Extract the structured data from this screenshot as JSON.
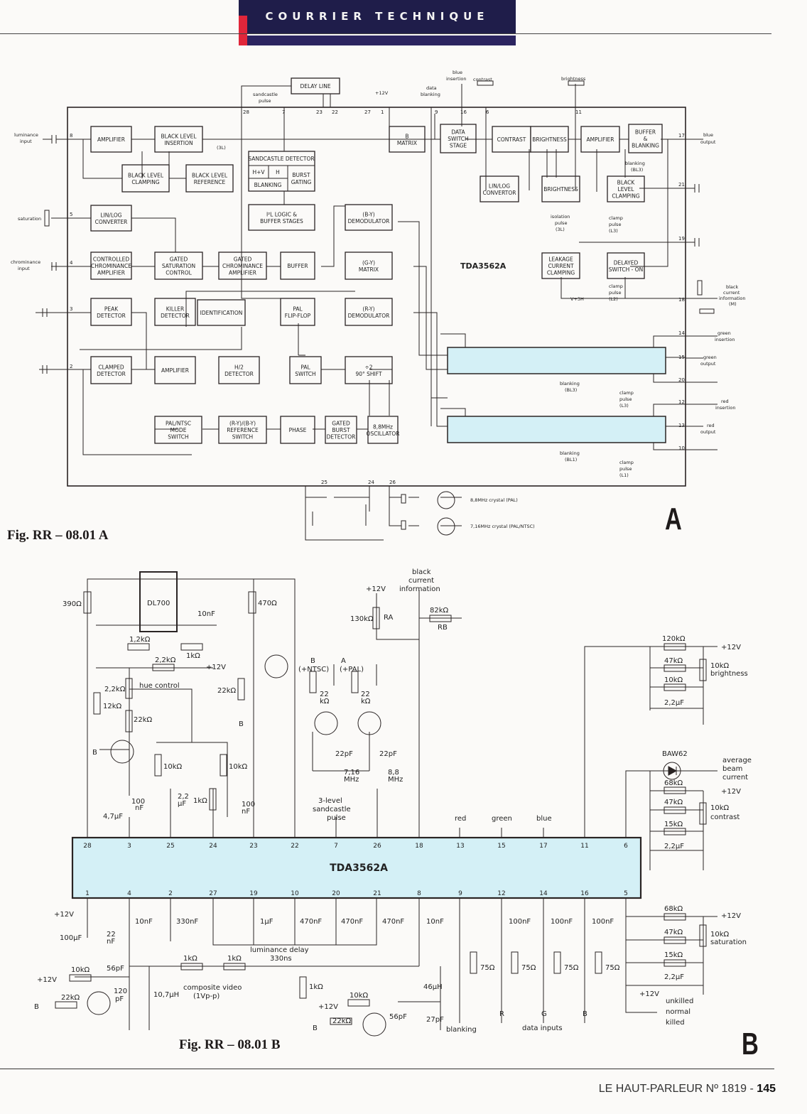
{
  "header": {
    "title": "COURRIER TECHNIQUE"
  },
  "footer": {
    "magazine": "LE HAUT-PARLEUR Nº 1819 - ",
    "page": "145"
  },
  "figA": {
    "caption": "Fig. RR – 08.01 A",
    "letter": "A",
    "chip": "TDA3562A",
    "blocks": [
      {
        "id": "amp1",
        "l1": "AMPLIFIER",
        "l2": ""
      },
      {
        "id": "bli",
        "l1": "BLACK LEVEL",
        "l2": "INSERTION"
      },
      {
        "id": "blc",
        "l1": "BLACK LEVEL",
        "l2": "CLAMPING"
      },
      {
        "id": "blr",
        "l1": "BLACK LEVEL",
        "l2": "REFERENCE"
      },
      {
        "id": "linlog",
        "l1": "LIN/LOG",
        "l2": "CONVERTER"
      },
      {
        "id": "cca",
        "l1": "CONTROLLED",
        "l2": "CHROMINANCE",
        "l3": "AMPLIFIER"
      },
      {
        "id": "gsc",
        "l1": "GATED",
        "l2": "SATURATION",
        "l3": "CONTROL"
      },
      {
        "id": "gca",
        "l1": "GATED",
        "l2": "CHROMINANCE",
        "l3": "AMPLIFIER"
      },
      {
        "id": "buf",
        "l1": "BUFFER",
        "l2": ""
      },
      {
        "id": "i2l",
        "l1": "I²L LOGIC &",
        "l2": "BUFFER STAGES"
      },
      {
        "id": "peak",
        "l1": "PEAK",
        "l2": "DETECTOR"
      },
      {
        "id": "killer",
        "l1": "KILLER",
        "l2": "DETECTOR"
      },
      {
        "id": "ident",
        "l1": "IDENTIFICATION",
        "l2": ""
      },
      {
        "id": "palff",
        "l1": "PAL",
        "l2": "FLIP-FLOP"
      },
      {
        "id": "clamped",
        "l1": "CLAMPED",
        "l2": "DETECTOR"
      },
      {
        "id": "amp2",
        "l1": "AMPLIFIER",
        "l2": ""
      },
      {
        "id": "h2",
        "l1": "H/2",
        "l2": "DETECTOR"
      },
      {
        "id": "palsw",
        "l1": "PAL",
        "l2": "SWITCH"
      },
      {
        "id": "div2",
        "l1": "÷2",
        "l2": "90° SHIFT"
      },
      {
        "id": "byd",
        "l1": "(B-Y)",
        "l2": "DEMODULATOR"
      },
      {
        "id": "gym",
        "l1": "(G-Y)",
        "l2": "MATRIX"
      },
      {
        "id": "ryd",
        "l1": "(R-Y)",
        "l2": "DEMODULATOR"
      },
      {
        "id": "palntsc",
        "l1": "PAL/NTSC",
        "l2": "MODE",
        "l3": "SWITCH"
      },
      {
        "id": "refsw",
        "l1": "(R-Y)/(B-Y)",
        "l2": "REFERENCE",
        "l3": "SWITCH"
      },
      {
        "id": "phase",
        "l1": "PHASE",
        "l2": ""
      },
      {
        "id": "gbd",
        "l1": "GATED",
        "l2": "BURST",
        "l3": "DETECTOR"
      },
      {
        "id": "osc",
        "l1": "8,8MHz",
        "l2": "OSCILLATOR"
      },
      {
        "id": "bmat",
        "l1": "B",
        "l2": "MATRIX"
      },
      {
        "id": "dss",
        "l1": "DATA",
        "l2": "SWITCH",
        "l3": "STAGE"
      },
      {
        "id": "contrast",
        "l1": "CONTRAST",
        "l2": ""
      },
      {
        "id": "bright",
        "l1": "BRIGHTNESS",
        "l2": ""
      },
      {
        "id": "amp3",
        "l1": "AMPLIFIER",
        "l2": ""
      },
      {
        "id": "bufbl",
        "l1": "BUFFER",
        "l2": "&",
        "l3": "BLANKING"
      },
      {
        "id": "linlog2",
        "l1": "LIN/LOG",
        "l2": "CONVERTOR"
      },
      {
        "id": "bright2",
        "l1": "BRIGHTNESS",
        "l2": ""
      },
      {
        "id": "blc2",
        "l1": "BLACK",
        "l2": "LEVEL",
        "l3": "CLAMPING"
      },
      {
        "id": "leak",
        "l1": "LEAKAGE",
        "l2": "CURRENT",
        "l3": "CLAMPING"
      },
      {
        "id": "dso",
        "l1": "DELAYED",
        "l2": "SWITCH - ON"
      }
    ],
    "sandcastle": {
      "title": "SANDCASTLE DETECTOR",
      "hv": "H+V",
      "h": "H",
      "blanking": "BLANKING",
      "burst1": "BURST",
      "burst2": "GATING"
    },
    "delay_line": "DELAY LINE",
    "labels": {
      "lum_in1": "luminance",
      "lum_in2": "input",
      "sat": "saturation",
      "chrom_in1": "chrominance",
      "chrom_in2": "input",
      "sc1": "sandcastle",
      "sc2": "pulse",
      "v12": "+12V",
      "db1": "data",
      "db2": "blanking",
      "bi1": "blue",
      "bi2": "insertion",
      "contrast": "contrast",
      "brightness": "brightness",
      "bo1": "blue",
      "bo2": "output",
      "blk1": "blanking",
      "blk2": "(BL3)",
      "iso1": "isolation",
      "iso2": "pulse",
      "iso3": "(3L)",
      "cp1": "clamp",
      "cp2": "pulse",
      "cp3": "(L3)",
      "cp21": "clamp",
      "cp22": "pulse",
      "cp23": "(L2)",
      "v3h": "V+3H",
      "bc1": "black",
      "bc2": "current",
      "bc3": "information",
      "bc4": "(M)",
      "gi1": "green",
      "gi2": "insertion",
      "go1": "green",
      "go2": "output",
      "ri1": "red",
      "ri2": "insertion",
      "ro1": "red",
      "ro2": "output",
      "gbl1": "blanking",
      "gbl2": "(BL3)",
      "gcp1": "clamp",
      "gcp2": "pulse",
      "gcp3": "(L3)",
      "rbl1": "blanking",
      "rbl2": "(BL1)",
      "rcp1": "clamp",
      "rcp2": "pulse",
      "rcp3": "(L1)",
      "x1": "8,8MHz crystal (PAL)",
      "x2": "7,16MHz crystal (PAL/NTSC)",
      "p3l": "(3L)"
    },
    "pins": {
      "p8": "8",
      "p5": "5",
      "p4": "4",
      "p3": "3",
      "p2": "2",
      "p28": "28",
      "p7": "7",
      "p23": "23",
      "p22": "22",
      "p27": "27",
      "p1": "1",
      "p9": "9",
      "p16": "16",
      "p6": "6",
      "p11": "11",
      "p17": "17",
      "p21": "21",
      "p19": "19",
      "p18": "18",
      "p14": "14",
      "p15": "15",
      "p20": "20",
      "p12": "12",
      "p13": "13",
      "p10": "10",
      "p25": "25",
      "p24": "24",
      "p26": "26"
    }
  },
  "figB": {
    "caption": "Fig. RR – 08.01 B",
    "letter": "B",
    "chip": "TDA3562A",
    "top_pins": [
      "28",
      "3",
      "25",
      "24",
      "23",
      "22",
      "7",
      "26",
      "18",
      "13",
      "15",
      "17",
      "11",
      "6"
    ],
    "bottom_pins": [
      "1",
      "4",
      "2",
      "27",
      "19",
      "10",
      "20",
      "21",
      "8",
      "9",
      "12",
      "14",
      "16",
      "5"
    ],
    "components": {
      "r390": "390Ω",
      "dl700": "DL700",
      "c10n_top": "10nF",
      "r470": "470Ω",
      "r1k2": "1,2kΩ",
      "p1k": "1kΩ",
      "r2k2": "2,2kΩ",
      "v12a": "+12V",
      "p2k2": "2,2kΩ",
      "hue": "hue control",
      "r12k": "12kΩ",
      "r22k_a": "22kΩ",
      "b1": "B",
      "r22k_b": "22kΩ",
      "b2": "B",
      "r10k_a": "10kΩ",
      "r10k_b": "10kΩ",
      "c100n_a1": "100",
      "c100n_a2": "nF",
      "c22u1": "2,2",
      "c22u2": "µF",
      "r1k_a": "1kΩ",
      "c100n_b1": "100",
      "c100n_b2": "nF",
      "c47u": "4,7µF",
      "v12b": "+12V",
      "r130k": "130kΩ",
      "ra": "RA",
      "bci1": "black",
      "bci2": "current",
      "bci3": "information",
      "r82k": "82kΩ",
      "rb": "RB",
      "bntsc1": "B",
      "bntsc2": "(+NTSC)",
      "apal1": "A",
      "apal2": "(+PAL)",
      "r22k_c1": "22",
      "r22k_c2": "kΩ",
      "r22k_d1": "22",
      "r22k_d2": "kΩ",
      "c22p_a": "22pF",
      "c22p_b": "22pF",
      "x716a": "7,16",
      "x716b": "MHz",
      "x88a": "8,8",
      "x88b": "MHz",
      "sc1": "3-level",
      "sc2": "sandcastle",
      "sc3": "pulse",
      "red": "red",
      "green": "green",
      "blue": "blue",
      "r120k": "120kΩ",
      "v12c": "+12V",
      "r47k_a": "47kΩ",
      "pb1": "10kΩ",
      "pb2": "brightness",
      "r10k_c": "10kΩ",
      "c22u_a": "2,2µF",
      "baw": "BAW62",
      "abc1": "average",
      "abc2": "beam",
      "abc3": "current",
      "r68k_a": "68kΩ",
      "v12d": "+12V",
      "r47k_b": "47kΩ",
      "pc1": "10kΩ",
      "pc2": "contrast",
      "r15k_a": "15kΩ",
      "c22u_b": "2,2µF",
      "v12e": "+12V",
      "c100u": "100µF",
      "c22n1": "22",
      "c22n2": "nF",
      "c10n_b": "10nF",
      "c330n": "330nF",
      "c1u": "1µF",
      "c470_a": "470nF",
      "c470_b": "470nF",
      "c470_c": "470nF",
      "c10n_c": "10nF",
      "lumdelay": "luminance delay",
      "r1k_b": "1kΩ",
      "r1k_c": "1kΩ",
      "l330": "330ns",
      "r1k_d": "1kΩ",
      "cv1": "composite video",
      "cv2": "(1Vp-p)",
      "v12f": "+12V",
      "r10k_d": "10kΩ",
      "c56p_a": "56pF",
      "c120p1": "120",
      "c120p2": "pF",
      "l107": "10,7µH",
      "b3": "B",
      "r22k_e": "22kΩ",
      "l46": "46µH",
      "v12g": "+12V",
      "r10k_e": "10kΩ",
      "c56p_b": "56pF",
      "c27p": "27pF",
      "b4": "B",
      "r22k_f": "22kΩ",
      "blanking": "blanking",
      "c100n_r": "100nF",
      "c100n_g": "100nF",
      "c100n_bl": "100nF",
      "r75a": "75Ω",
      "r75b": "75Ω",
      "r75c": "75Ω",
      "r75d": "75Ω",
      "R": "R",
      "G": "G",
      "B": "B",
      "data": "data inputs",
      "r68k_b": "68kΩ",
      "v12h": "+12V",
      "r47k_c": "47kΩ",
      "ps1": "10kΩ",
      "ps2": "saturation",
      "r15k_b": "15kΩ",
      "c22u_c": "2,2µF",
      "v12i": "+12V",
      "unk": "unkilled",
      "norm": "normal",
      "kil": "killed"
    }
  },
  "colors": {
    "chip_fill": "#d4f0f6",
    "banner": "#1f1d4a",
    "accent_red": "#e0263a",
    "ink": "#1e1a1a"
  }
}
